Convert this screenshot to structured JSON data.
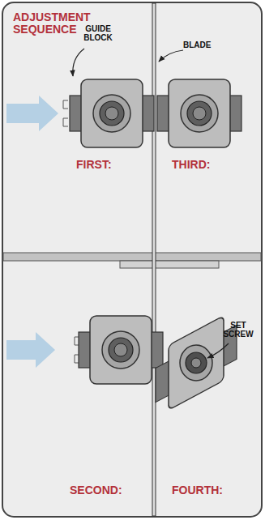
{
  "diagram": {
    "title": "ADJUSTMENT SEQUENCE",
    "labels": [
      "GUIDE BLOCK",
      "BLADE",
      "FIRST:",
      "THIRD:",
      "SET SCREW",
      "SECOND:",
      "FOURTH:"
    ]
  }
}
